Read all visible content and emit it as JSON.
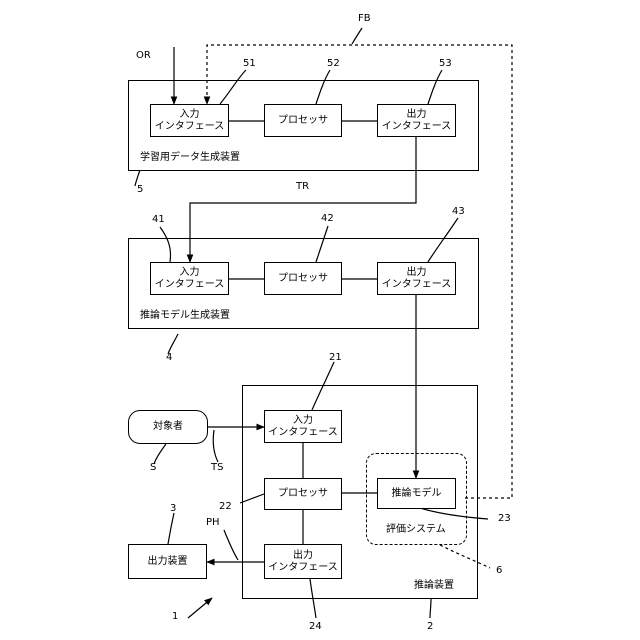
{
  "devices": {
    "learning_data_generator": {
      "name": "学習用データ生成装置",
      "ref": "5",
      "input_interface": {
        "line1": "入力",
        "line2": "インタフェース",
        "ref": "51"
      },
      "processor": {
        "label": "プロセッサ",
        "ref": "52"
      },
      "output_interface": {
        "line1": "出力",
        "line2": "インタフェース",
        "ref": "53"
      }
    },
    "inference_model_generator": {
      "name": "推論モデル生成装置",
      "ref": "4",
      "input_interface": {
        "line1": "入力",
        "line2": "インタフェース",
        "ref": "41"
      },
      "processor": {
        "label": "プロセッサ",
        "ref": "42"
      },
      "output_interface": {
        "line1": "出力",
        "line2": "インタフェース",
        "ref": "43"
      }
    },
    "inference_device": {
      "name": "推論装置",
      "ref": "2",
      "input_interface": {
        "line1": "入力",
        "line2": "インタフェース",
        "ref": "21"
      },
      "processor": {
        "label": "プロセッサ",
        "ref": "22"
      },
      "output_interface": {
        "line1": "出力",
        "line2": "インタフェース",
        "ref": "24"
      },
      "inference_model": {
        "label": "推論モデル",
        "ref": "23"
      },
      "evaluation_system": {
        "label": "評価システム",
        "ref": "6"
      }
    },
    "subject": {
      "label": "対象者",
      "ref": "S"
    },
    "output_device": {
      "label": "出力装置",
      "ref": "3"
    }
  },
  "signals": {
    "or": "OR",
    "fb": "FB",
    "tr": "TR",
    "ts": "TS",
    "ph": "PH"
  },
  "system_ref": "1"
}
